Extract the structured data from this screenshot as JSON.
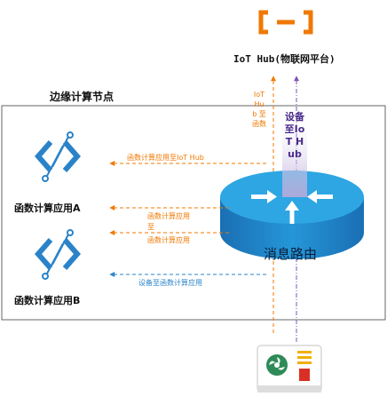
{
  "cloud": {
    "logo_icon": "aliyun-logo-icon",
    "hub_label": "IoT Hub(物联网平台)"
  },
  "edge": {
    "title": "边缘计算节点"
  },
  "apps": [
    {
      "label": "函数计算应用A",
      "icon": "function-compute-icon"
    },
    {
      "label": "函数计算应用B",
      "icon": "function-compute-icon"
    }
  ],
  "router": {
    "label": "消息路由",
    "icon": "router-arrows-icon"
  },
  "device": {
    "icon": "iot-device-icon"
  },
  "arrows": {
    "fn_to_hub_vertical": "IoT Hub 至函数",
    "device_to_hub_vertical": "设备至IoT Hub",
    "fn_to_hub": "函数计算应用至IoT Hub",
    "fn_to_fn_top": "函数计算应用",
    "fn_to_fn_mid": "至",
    "fn_to_fn_bottom": "函数计算应用",
    "device_to_fn": "设备至函数计算应用"
  },
  "colors": {
    "orange": "#f07800",
    "blue": "#2a83c9",
    "router_top": "#2ea6e3",
    "router_side": "#1677c0",
    "purple": "#7a57b8",
    "border": "#666666"
  }
}
